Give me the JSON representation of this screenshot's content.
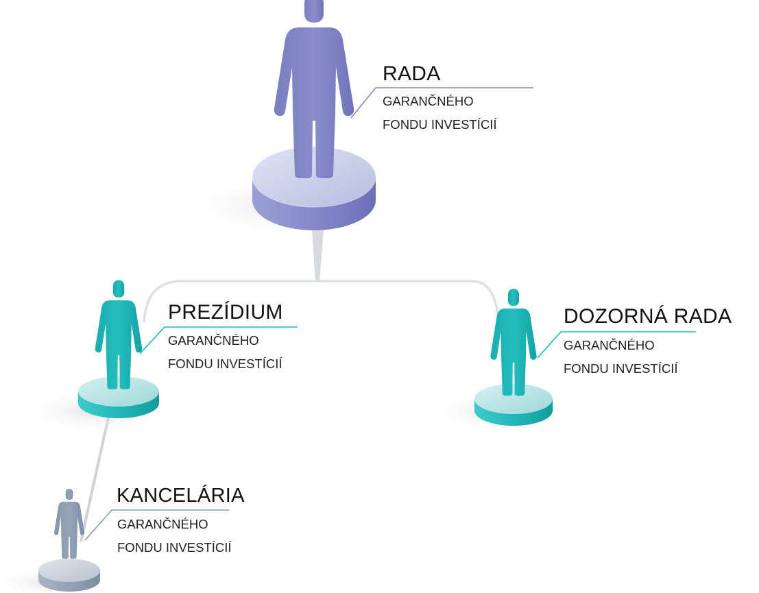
{
  "colors": {
    "rada": "#8587c4",
    "prezidium": "#21b9b9",
    "dozorna": "#21b9b9",
    "kancelaria": "#8c9cb1",
    "connector": "#dde0e4",
    "text": "#111111"
  },
  "nodes": {
    "rada": {
      "title": "RADA",
      "subtitle_line1": "GARANČNÉHO",
      "subtitle_line2": "FONDU INVESTÍCIÍ"
    },
    "prezidium": {
      "title": "PREZÍDIUM",
      "subtitle_line1": "GARANČNÉHO",
      "subtitle_line2": "FONDU INVESTÍCIÍ"
    },
    "dozorna": {
      "title": "DOZORNÁ RADA",
      "subtitle_line1": "GARANČNÉHO",
      "subtitle_line2": "FONDU INVESTÍCIÍ"
    },
    "kancelaria": {
      "title": "KANCELÁRIA",
      "subtitle_line1": "GARANČNÉHO",
      "subtitle_line2": "FONDU INVESTÍCIÍ"
    }
  },
  "icons": {
    "person": "person-icon",
    "pedestal": "pedestal-icon"
  }
}
